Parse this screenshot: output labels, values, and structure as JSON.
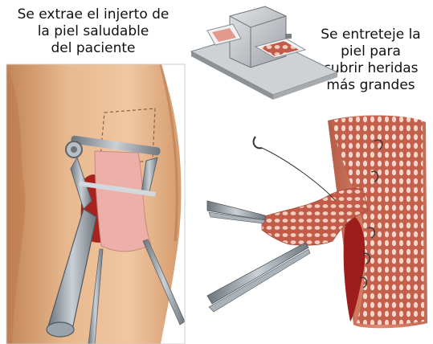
{
  "captions": {
    "harvest": {
      "line1": "Se extrae el injerto de",
      "line2": "la piel saludable",
      "line3": "del paciente"
    },
    "mesh": {
      "line1": "Se entreteje la",
      "line2": "piel para",
      "line3": "cubrir heridas",
      "line4": "más grandes"
    }
  },
  "colors": {
    "skin": "#e7b78c",
    "skin_shadow": "#c98e62",
    "graft": "#e7a7a0",
    "wound": "#a3201c",
    "mesh": "#c86a56",
    "metal": "#9aa3ab"
  },
  "icons": [
    "dermatome-icon",
    "mesher-machine-icon",
    "forceps-icon",
    "suture-needle-icon"
  ]
}
